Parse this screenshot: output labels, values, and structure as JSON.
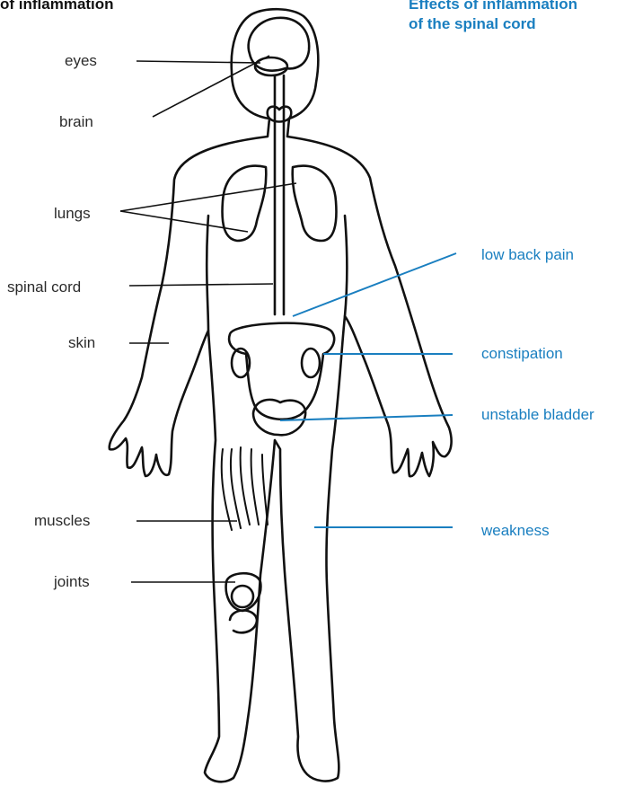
{
  "titles": {
    "left": "of inflammation",
    "right_line1": "Effects of inflammation",
    "right_line2": "of the spinal cord"
  },
  "colors": {
    "outline": "#111111",
    "label_text": "#2b2b2b",
    "effect_accent": "#1a7fc0"
  },
  "labels_left": [
    "eyes",
    "brain",
    "lungs",
    "spinal cord",
    "skin",
    "muscles",
    "joints"
  ],
  "labels_right": [
    "low back pain",
    "constipation",
    "unstable bladder",
    "weakness"
  ]
}
